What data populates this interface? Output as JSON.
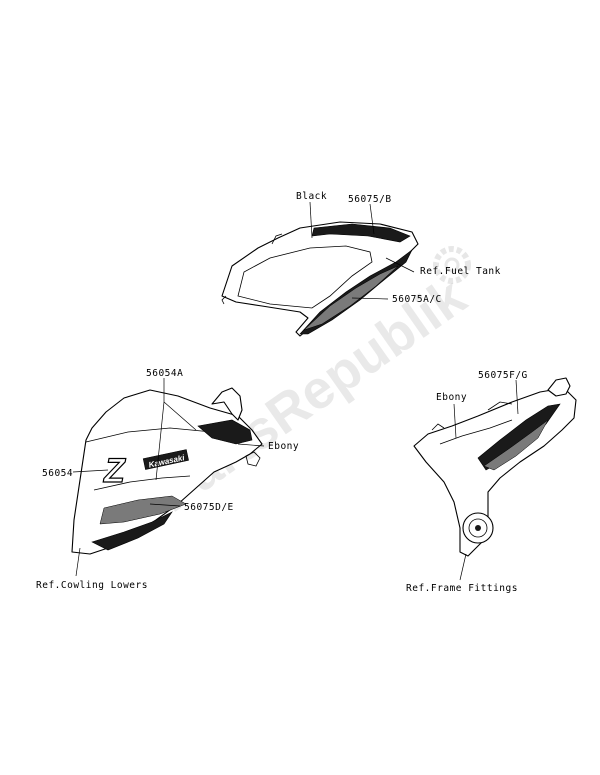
{
  "watermark": "PartsRepublik",
  "callouts": {
    "tank_black": "Black",
    "tank_part_b": "56075/B",
    "ref_fuel_tank": "Ref.Fuel Tank",
    "tank_part_ac": "56075A/C",
    "cowl_part_54a": "56054A",
    "cowl_ebony": "Ebony",
    "cowl_part_54": "56054",
    "cowl_part_de": "56075D/E",
    "ref_cowling_lowers": "Ref.Cowling Lowers",
    "cover_part_fg": "56075F/G",
    "cover_ebony": "Ebony",
    "ref_frame_fittings": "Ref.Frame Fittings"
  },
  "decal_text": {
    "model_letter": "Z",
    "brand": "Kawasaki"
  }
}
